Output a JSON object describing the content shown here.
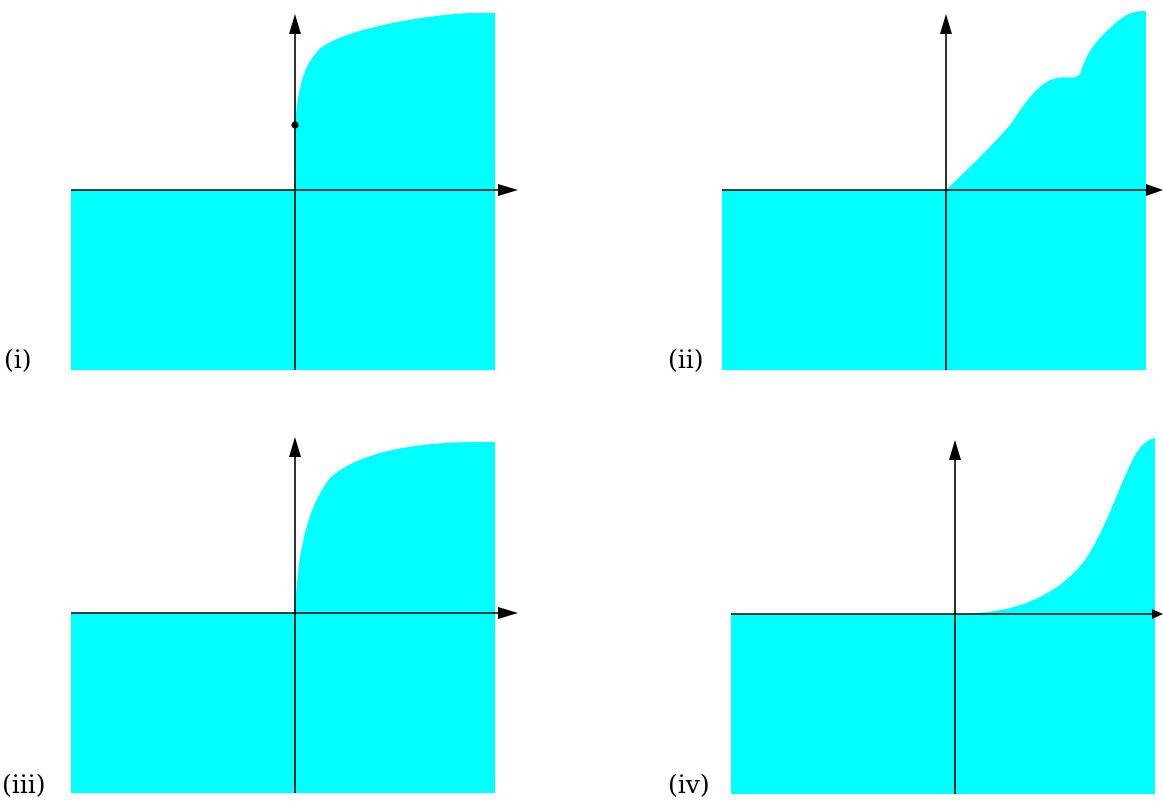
{
  "colors": {
    "region": "#00ffff",
    "axis": "#000000",
    "background": "#ffffff"
  },
  "panels": [
    {
      "id": "i",
      "label": "(i)",
      "curve": "jump-then-concave",
      "has_point": true
    },
    {
      "id": "ii",
      "label": "(ii)",
      "curve": "increasing-with-plateau",
      "has_point": false
    },
    {
      "id": "iii",
      "label": "(iii)",
      "curve": "concave-from-origin",
      "has_point": false
    },
    {
      "id": "iv",
      "label": "(iv)",
      "curve": "convex-from-origin",
      "has_point": false
    }
  ]
}
